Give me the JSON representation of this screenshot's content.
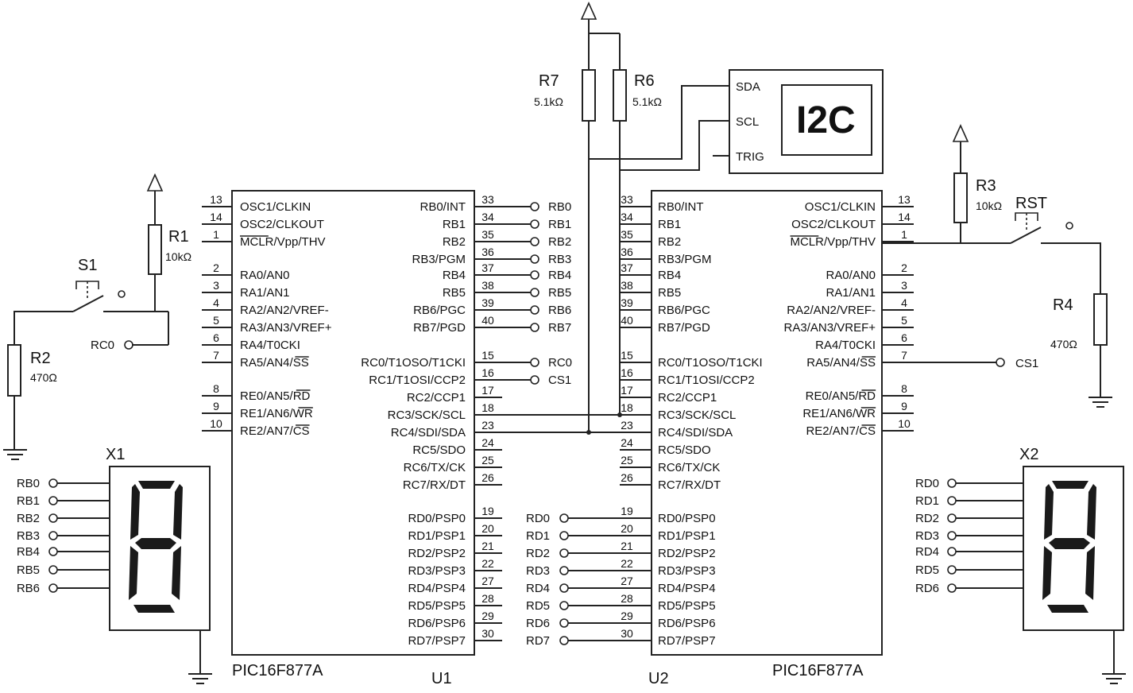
{
  "u1": {
    "ref": "U1",
    "part": "PIC16F877A",
    "left_pins": [
      {
        "num": "13",
        "name": "OSC1/CLKIN"
      },
      {
        "num": "14",
        "name": "OSC2/CLKOUT"
      },
      {
        "num": "1",
        "name": "MCLR/Vpp/THV"
      },
      {
        "num": "2",
        "name": "RA0/AN0"
      },
      {
        "num": "3",
        "name": "RA1/AN1"
      },
      {
        "num": "4",
        "name": "RA2/AN2/VREF-"
      },
      {
        "num": "5",
        "name": "RA3/AN3/VREF+"
      },
      {
        "num": "6",
        "name": "RA4/T0CKI"
      },
      {
        "num": "7",
        "name": "RA5/AN4/SS"
      },
      {
        "num": "8",
        "name": "RE0/AN5/RD"
      },
      {
        "num": "9",
        "name": "RE1/AN6/WR"
      },
      {
        "num": "10",
        "name": "RE2/AN7/CS"
      }
    ],
    "right_pins": [
      {
        "num": "33",
        "name": "RB0/INT"
      },
      {
        "num": "34",
        "name": "RB1"
      },
      {
        "num": "35",
        "name": "RB2"
      },
      {
        "num": "36",
        "name": "RB3/PGM"
      },
      {
        "num": "37",
        "name": "RB4"
      },
      {
        "num": "38",
        "name": "RB5"
      },
      {
        "num": "39",
        "name": "RB6/PGC"
      },
      {
        "num": "40",
        "name": "RB7/PGD"
      },
      {
        "num": "15",
        "name": "RC0/T1OSO/T1CKI"
      },
      {
        "num": "16",
        "name": "RC1/T1OSI/CCP2"
      },
      {
        "num": "17",
        "name": "RC2/CCP1"
      },
      {
        "num": "18",
        "name": "RC3/SCK/SCL"
      },
      {
        "num": "23",
        "name": "RC4/SDI/SDA"
      },
      {
        "num": "24",
        "name": "RC5/SDO"
      },
      {
        "num": "25",
        "name": "RC6/TX/CK"
      },
      {
        "num": "26",
        "name": "RC7/RX/DT"
      },
      {
        "num": "19",
        "name": "RD0/PSP0"
      },
      {
        "num": "20",
        "name": "RD1/PSP1"
      },
      {
        "num": "21",
        "name": "RD2/PSP2"
      },
      {
        "num": "22",
        "name": "RD3/PSP3"
      },
      {
        "num": "27",
        "name": "RD4/PSP4"
      },
      {
        "num": "28",
        "name": "RD5/PSP5"
      },
      {
        "num": "29",
        "name": "RD6/PSP6"
      },
      {
        "num": "30",
        "name": "RD7/PSP7"
      }
    ],
    "net_labels": [
      "RB0",
      "RB1",
      "RB2",
      "RB3",
      "RB4",
      "RB5",
      "RB6",
      "RB7",
      "RC0",
      "CS1"
    ]
  },
  "u2": {
    "ref": "U2",
    "part": "PIC16F877A",
    "left_pins": [
      {
        "num": "33",
        "name": "RB0/INT"
      },
      {
        "num": "34",
        "name": "RB1"
      },
      {
        "num": "35",
        "name": "RB2"
      },
      {
        "num": "36",
        "name": "RB3/PGM"
      },
      {
        "num": "37",
        "name": "RB4"
      },
      {
        "num": "38",
        "name": "RB5"
      },
      {
        "num": "39",
        "name": "RB6/PGC"
      },
      {
        "num": "40",
        "name": "RB7/PGD"
      },
      {
        "num": "15",
        "name": "RC0/T1OSO/T1CKI"
      },
      {
        "num": "16",
        "name": "RC1/T1OSI/CCP2"
      },
      {
        "num": "17",
        "name": "RC2/CCP1"
      },
      {
        "num": "18",
        "name": "RC3/SCK/SCL"
      },
      {
        "num": "23",
        "name": "RC4/SDI/SDA"
      },
      {
        "num": "24",
        "name": "RC5/SDO"
      },
      {
        "num": "25",
        "name": "RC6/TX/CK"
      },
      {
        "num": "26",
        "name": "RC7/RX/DT"
      },
      {
        "num": "19",
        "name": "RD0/PSP0"
      },
      {
        "num": "20",
        "name": "RD1/PSP1"
      },
      {
        "num": "21",
        "name": "RD2/PSP2"
      },
      {
        "num": "22",
        "name": "RD3/PSP3"
      },
      {
        "num": "27",
        "name": "RD4/PSP4"
      },
      {
        "num": "28",
        "name": "RD5/PSP5"
      },
      {
        "num": "29",
        "name": "RD6/PSP6"
      },
      {
        "num": "30",
        "name": "RD7/PSP7"
      }
    ],
    "right_pins": [
      {
        "num": "13",
        "name": "OSC1/CLKIN"
      },
      {
        "num": "14",
        "name": "OSC2/CLKOUT"
      },
      {
        "num": "1",
        "name": "MCLR/Vpp/THV"
      },
      {
        "num": "2",
        "name": "RA0/AN0"
      },
      {
        "num": "3",
        "name": "RA1/AN1"
      },
      {
        "num": "4",
        "name": "RA2/AN2/VREF-"
      },
      {
        "num": "5",
        "name": "RA3/AN3/VREF+"
      },
      {
        "num": "6",
        "name": "RA4/T0CKI"
      },
      {
        "num": "7",
        "name": "RA5/AN4/SS"
      },
      {
        "num": "8",
        "name": "RE0/AN5/RD"
      },
      {
        "num": "9",
        "name": "RE1/AN6/WR"
      },
      {
        "num": "10",
        "name": "RE2/AN7/CS"
      }
    ],
    "rd_labels": [
      "RD0",
      "RD1",
      "RD2",
      "RD3",
      "RD4",
      "RD5",
      "RD6",
      "RD7"
    ],
    "cs_label": "CS1"
  },
  "i2c": {
    "title": "I2C",
    "pins": [
      "SDA",
      "SCL",
      "TRIG"
    ]
  },
  "resistors": {
    "r1": {
      "ref": "R1",
      "value": "10kΩ"
    },
    "r2": {
      "ref": "R2",
      "value": "470Ω"
    },
    "r3": {
      "ref": "R3",
      "value": "10kΩ"
    },
    "r4": {
      "ref": "R4",
      "value": "470Ω"
    },
    "r6": {
      "ref": "R6",
      "value": "5.1kΩ"
    },
    "r7": {
      "ref": "R7",
      "value": "5.1kΩ"
    }
  },
  "switches": {
    "s1": {
      "ref": "S1"
    },
    "rst": {
      "ref": "RST"
    }
  },
  "s1_net": "RC0",
  "displays": {
    "x1": {
      "ref": "X1",
      "digit": "8",
      "labels": [
        "RB0",
        "RB1",
        "RB2",
        "RB3",
        "RB4",
        "RB5",
        "RB6"
      ]
    },
    "x2": {
      "ref": "X2",
      "digit": "8",
      "labels": [
        "RD0",
        "RD1",
        "RD2",
        "RD3",
        "RD4",
        "RD5",
        "RD6"
      ]
    }
  }
}
